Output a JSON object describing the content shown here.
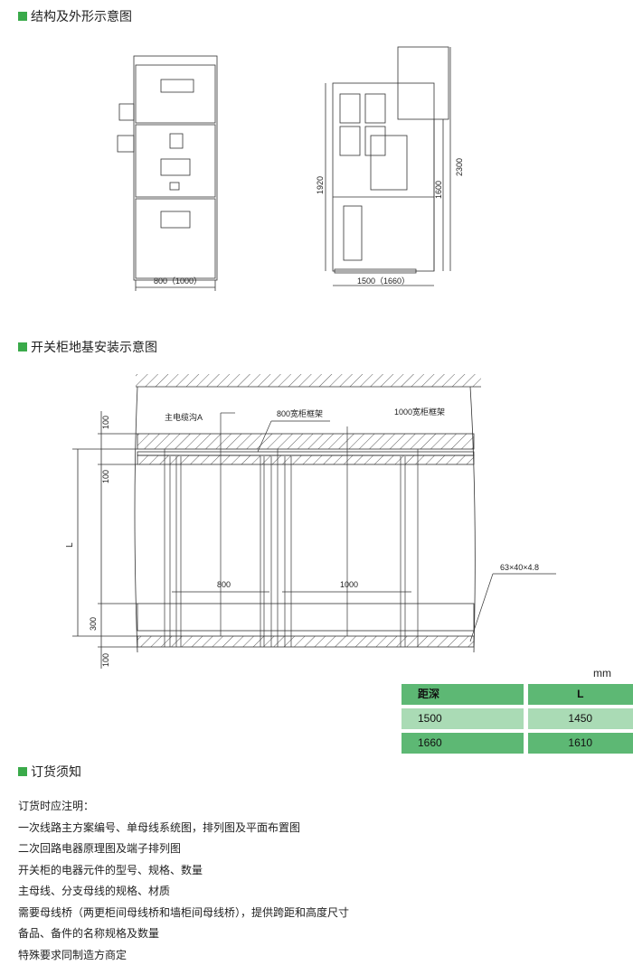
{
  "sections": {
    "structure": "结构及外形示意图",
    "foundation": "开关柜地基安装示意图",
    "ordering": "订货须知"
  },
  "front_view": {
    "width_dim": "800（1000）"
  },
  "side_view": {
    "height_1920": "1920",
    "height_2300": "2300",
    "height_1600": "1600",
    "depth_dim": "1500（1660）"
  },
  "foundation_drawing": {
    "trench_label": "主电缆沟A",
    "frame_800": "800宽柜框架",
    "frame_1000": "1000宽柜框架",
    "dim_100_top": "100",
    "dim_100_mid": "100",
    "dim_L": "L",
    "dim_300": "300",
    "dim_100_bottom": "100",
    "width_800": "800",
    "width_1000": "1000",
    "steel_spec": "63×40×4.8",
    "section_mark": "A"
  },
  "table": {
    "unit": "mm",
    "headers": [
      "距深",
      "L"
    ],
    "rows": [
      [
        "1500",
        "1450"
      ],
      [
        "1660",
        "1610"
      ]
    ]
  },
  "notes": [
    "订货时应注明：",
    "一次线路主方案编号、单母线系统图，排列图及平面布置图",
    "二次回路电器原理图及端子排列图",
    "开关柜的电器元件的型号、规格、数量",
    "主母线、分支母线的规格、材质",
    "需要母线桥（两更柜间母线桥和墙柜间母线桥），提供跨距和高度尺寸",
    "备品、备件的名称规格及数量",
    "特殊要求同制造方商定"
  ]
}
